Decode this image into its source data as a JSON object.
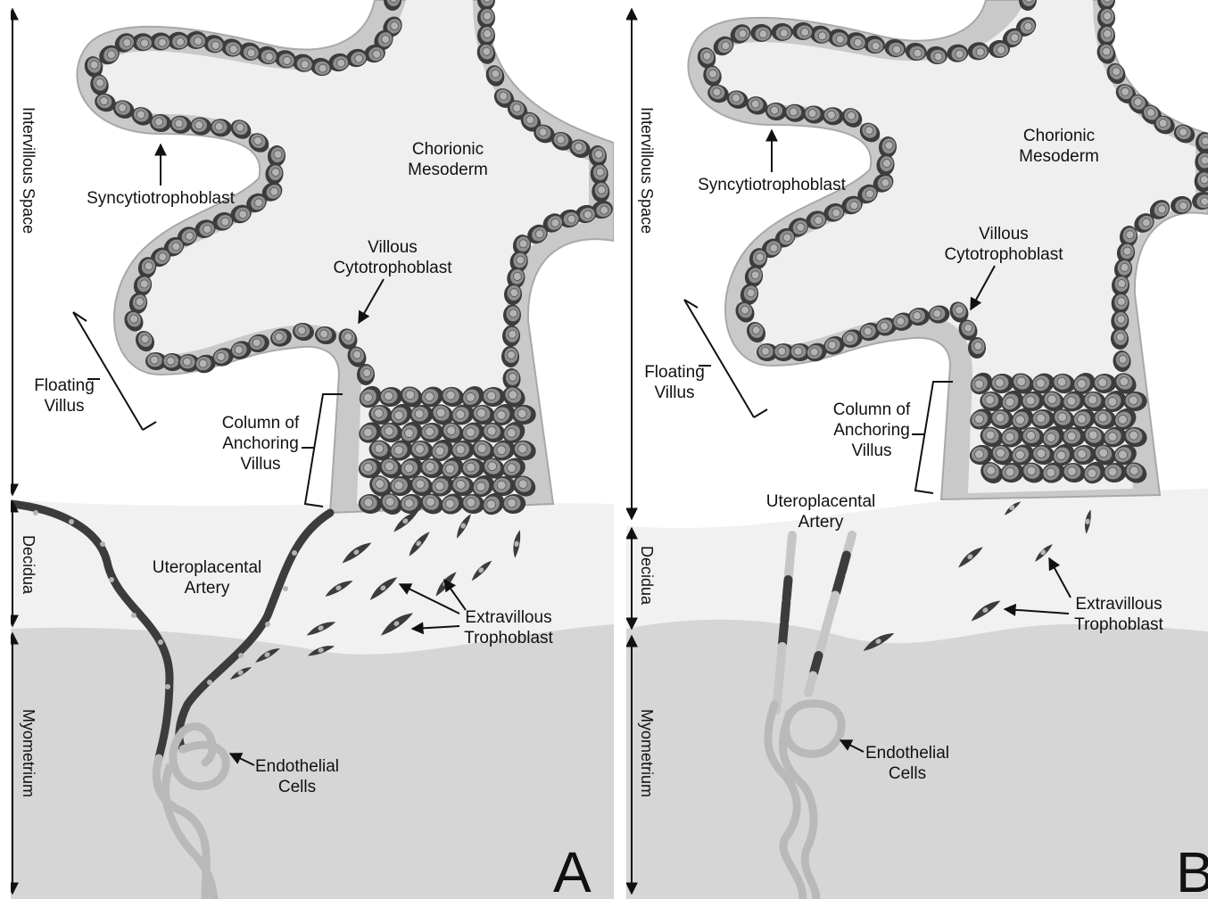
{
  "panels": [
    {
      "id": "A",
      "letter": "A",
      "regions": {
        "intervillous": "Intervillous Space",
        "decidua": "Decidua",
        "myometrium": "Myometrium"
      },
      "labels": {
        "syncytio": "Syncytiotrophoblast",
        "chorionic_1": "Chorionic",
        "chorionic_2": "Mesoderm",
        "villous_1": "Villous",
        "villous_2": "Cytotrophoblast",
        "floating_1": "Floating",
        "floating_2": "Villus",
        "column_1": "Column of",
        "column_2": "Anchoring",
        "column_3": "Villus",
        "artery_1": "Uteroplacental",
        "artery_2": "Artery",
        "evt_1": "Extravillous",
        "evt_2": "Trophoblast",
        "endo_1": "Endothelial",
        "endo_2": "Cells"
      }
    },
    {
      "id": "B",
      "letter": "B",
      "regions": {
        "intervillous": "Intervillous Space",
        "decidua": "Decidua",
        "myometrium": "Myometrium"
      },
      "labels": {
        "syncytio": "Syncytiotrophoblast",
        "chorionic_1": "Chorionic",
        "chorionic_2": "Mesoderm",
        "villous_1": "Villous",
        "villous_2": "Cytotrophoblast",
        "floating_1": "Floating",
        "floating_2": "Villus",
        "column_1": "Column of",
        "column_2": "Anchoring",
        "column_3": "Villus",
        "artery_1": "Uteroplacental",
        "artery_2": "Artery",
        "evt_1": "Extravillous",
        "evt_2": "Trophoblast",
        "endo_1": "Endothelial",
        "endo_2": "Cells"
      }
    }
  ],
  "colors": {
    "intervillous": "#ffffff",
    "decidua": "#f1f1f1",
    "myometrium": "#d6d6d6",
    "villus_core": "#efefef",
    "villus_outline": "#a8a8a8",
    "syncytium": "#c9c9c9",
    "cell_dark": "#3c3c3c",
    "cell_mid": "#8f8f8f",
    "nucleus": "#b4b4b4",
    "endothelium": "#c6c6c6",
    "ink": "#111111"
  }
}
